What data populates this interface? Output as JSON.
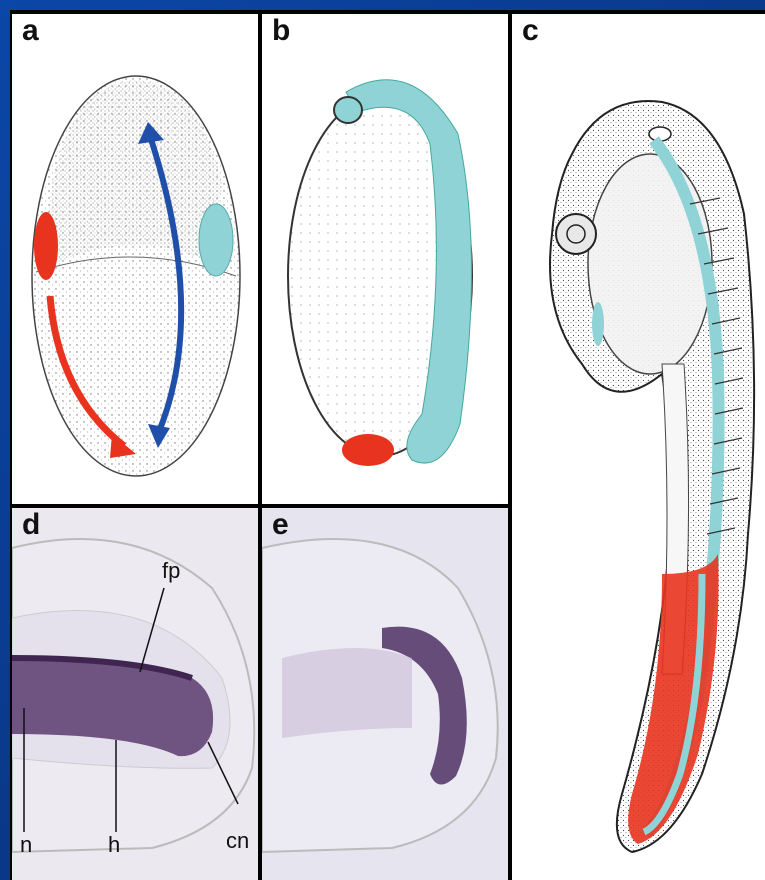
{
  "panels": {
    "a": {
      "label": "a"
    },
    "b": {
      "label": "b"
    },
    "c": {
      "label": "c"
    },
    "d": {
      "label": "d",
      "annotations": {
        "fp": "fp",
        "n": "n",
        "h": "h",
        "cn": "cn"
      }
    },
    "e": {
      "label": "e"
    }
  },
  "colors": {
    "frame": "#000000",
    "background": "#0a3a8c",
    "red_domain": "#e8331f",
    "cyan_domain": "#8fd3d6",
    "blue_arrow": "#1f4fa8",
    "stain": "#5a3a6e"
  },
  "icons": {
    "red_arrow": "curved-arrow-icon",
    "blue_arrow": "curved-arrow-icon"
  }
}
